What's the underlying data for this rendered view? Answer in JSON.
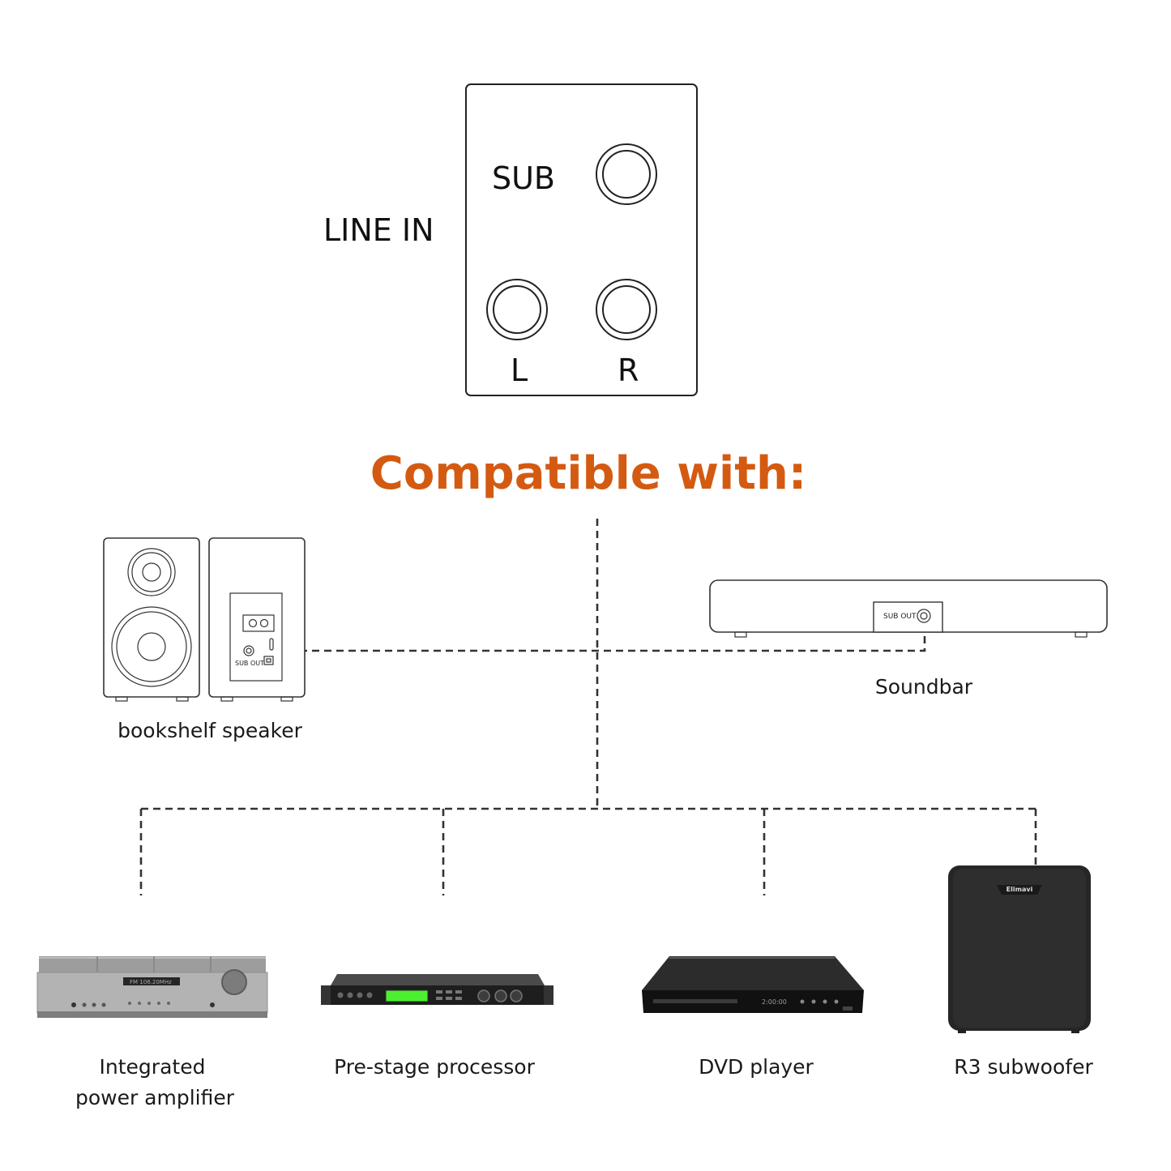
{
  "panel": {
    "line_in_label": "LINE IN",
    "sub_label": "SUB",
    "left_label": "L",
    "right_label": "R"
  },
  "heading": {
    "text": "Compatible with:",
    "color": "#d45a12"
  },
  "devices": {
    "bookshelf": {
      "label": "bookshelf speaker",
      "port_label": "SUB OUT"
    },
    "soundbar": {
      "label": "Soundbar",
      "port_label": "SUB OUT"
    },
    "amplifier": {
      "label_line1": "Integrated",
      "label_line2": "power amplifier",
      "display_text": "FM 106.20MHz"
    },
    "processor": {
      "label": "Pre-stage processor"
    },
    "dvd": {
      "label": "DVD player",
      "display_text": "2:00:00"
    },
    "subwoofer": {
      "label": "R3 subwoofer",
      "brand": "Elimavi"
    }
  },
  "icons": {
    "rca_jack": "rca-jack-icon",
    "speaker": "bookshelf-speaker-icon",
    "soundbar": "soundbar-icon",
    "amplifier": "amplifier-icon",
    "processor": "processor-icon",
    "dvd": "dvd-player-icon",
    "subwoofer": "subwoofer-icon"
  }
}
